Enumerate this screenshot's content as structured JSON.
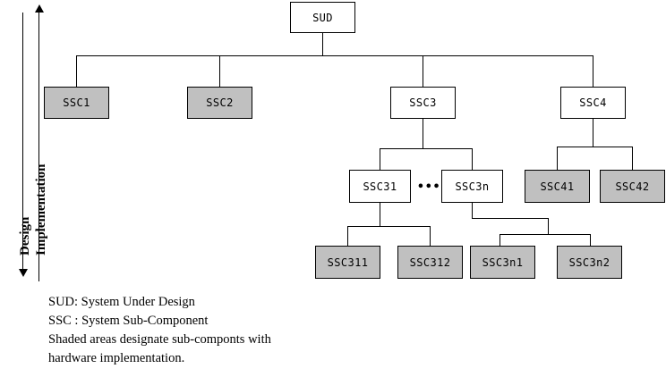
{
  "diagram": {
    "title_node": {
      "label": "SUD"
    },
    "nodes": [
      {
        "id": "SUD",
        "label": "SUD",
        "shaded": false
      },
      {
        "id": "SSC1",
        "label": "SSC1",
        "shaded": true
      },
      {
        "id": "SSC2",
        "label": "SSC2",
        "shaded": true
      },
      {
        "id": "SSC3",
        "label": "SSC3",
        "shaded": false
      },
      {
        "id": "SSC4",
        "label": "SSC4",
        "shaded": false
      },
      {
        "id": "SSC31",
        "label": "SSC31",
        "shaded": false
      },
      {
        "id": "SSC3n",
        "label": "SSC3n",
        "shaded": false
      },
      {
        "id": "SSC41",
        "label": "SSC41",
        "shaded": true
      },
      {
        "id": "SSC42",
        "label": "SSC42",
        "shaded": true
      },
      {
        "id": "SSC311",
        "label": "SSC311",
        "shaded": true
      },
      {
        "id": "SSC312",
        "label": "SSC312",
        "shaded": true
      },
      {
        "id": "SSC3n1",
        "label": "SSC3n1",
        "shaded": true
      },
      {
        "id": "SSC3n2",
        "label": "SSC3n2",
        "shaded": true
      }
    ],
    "ellipsis": "•••",
    "colors": {
      "shaded_fill": "#c0c0c0",
      "unshaded_fill": "#ffffff",
      "stroke": "#000000",
      "background": "#ffffff"
    }
  },
  "axis": {
    "design_label": "Design",
    "implementation_label": "Implementation"
  },
  "legend": {
    "line1": "SUD: System Under Design",
    "line2": "SSC : System Sub-Component",
    "line3": "Shaded areas designate sub-componts with",
    "line4": "hardware implementation."
  }
}
